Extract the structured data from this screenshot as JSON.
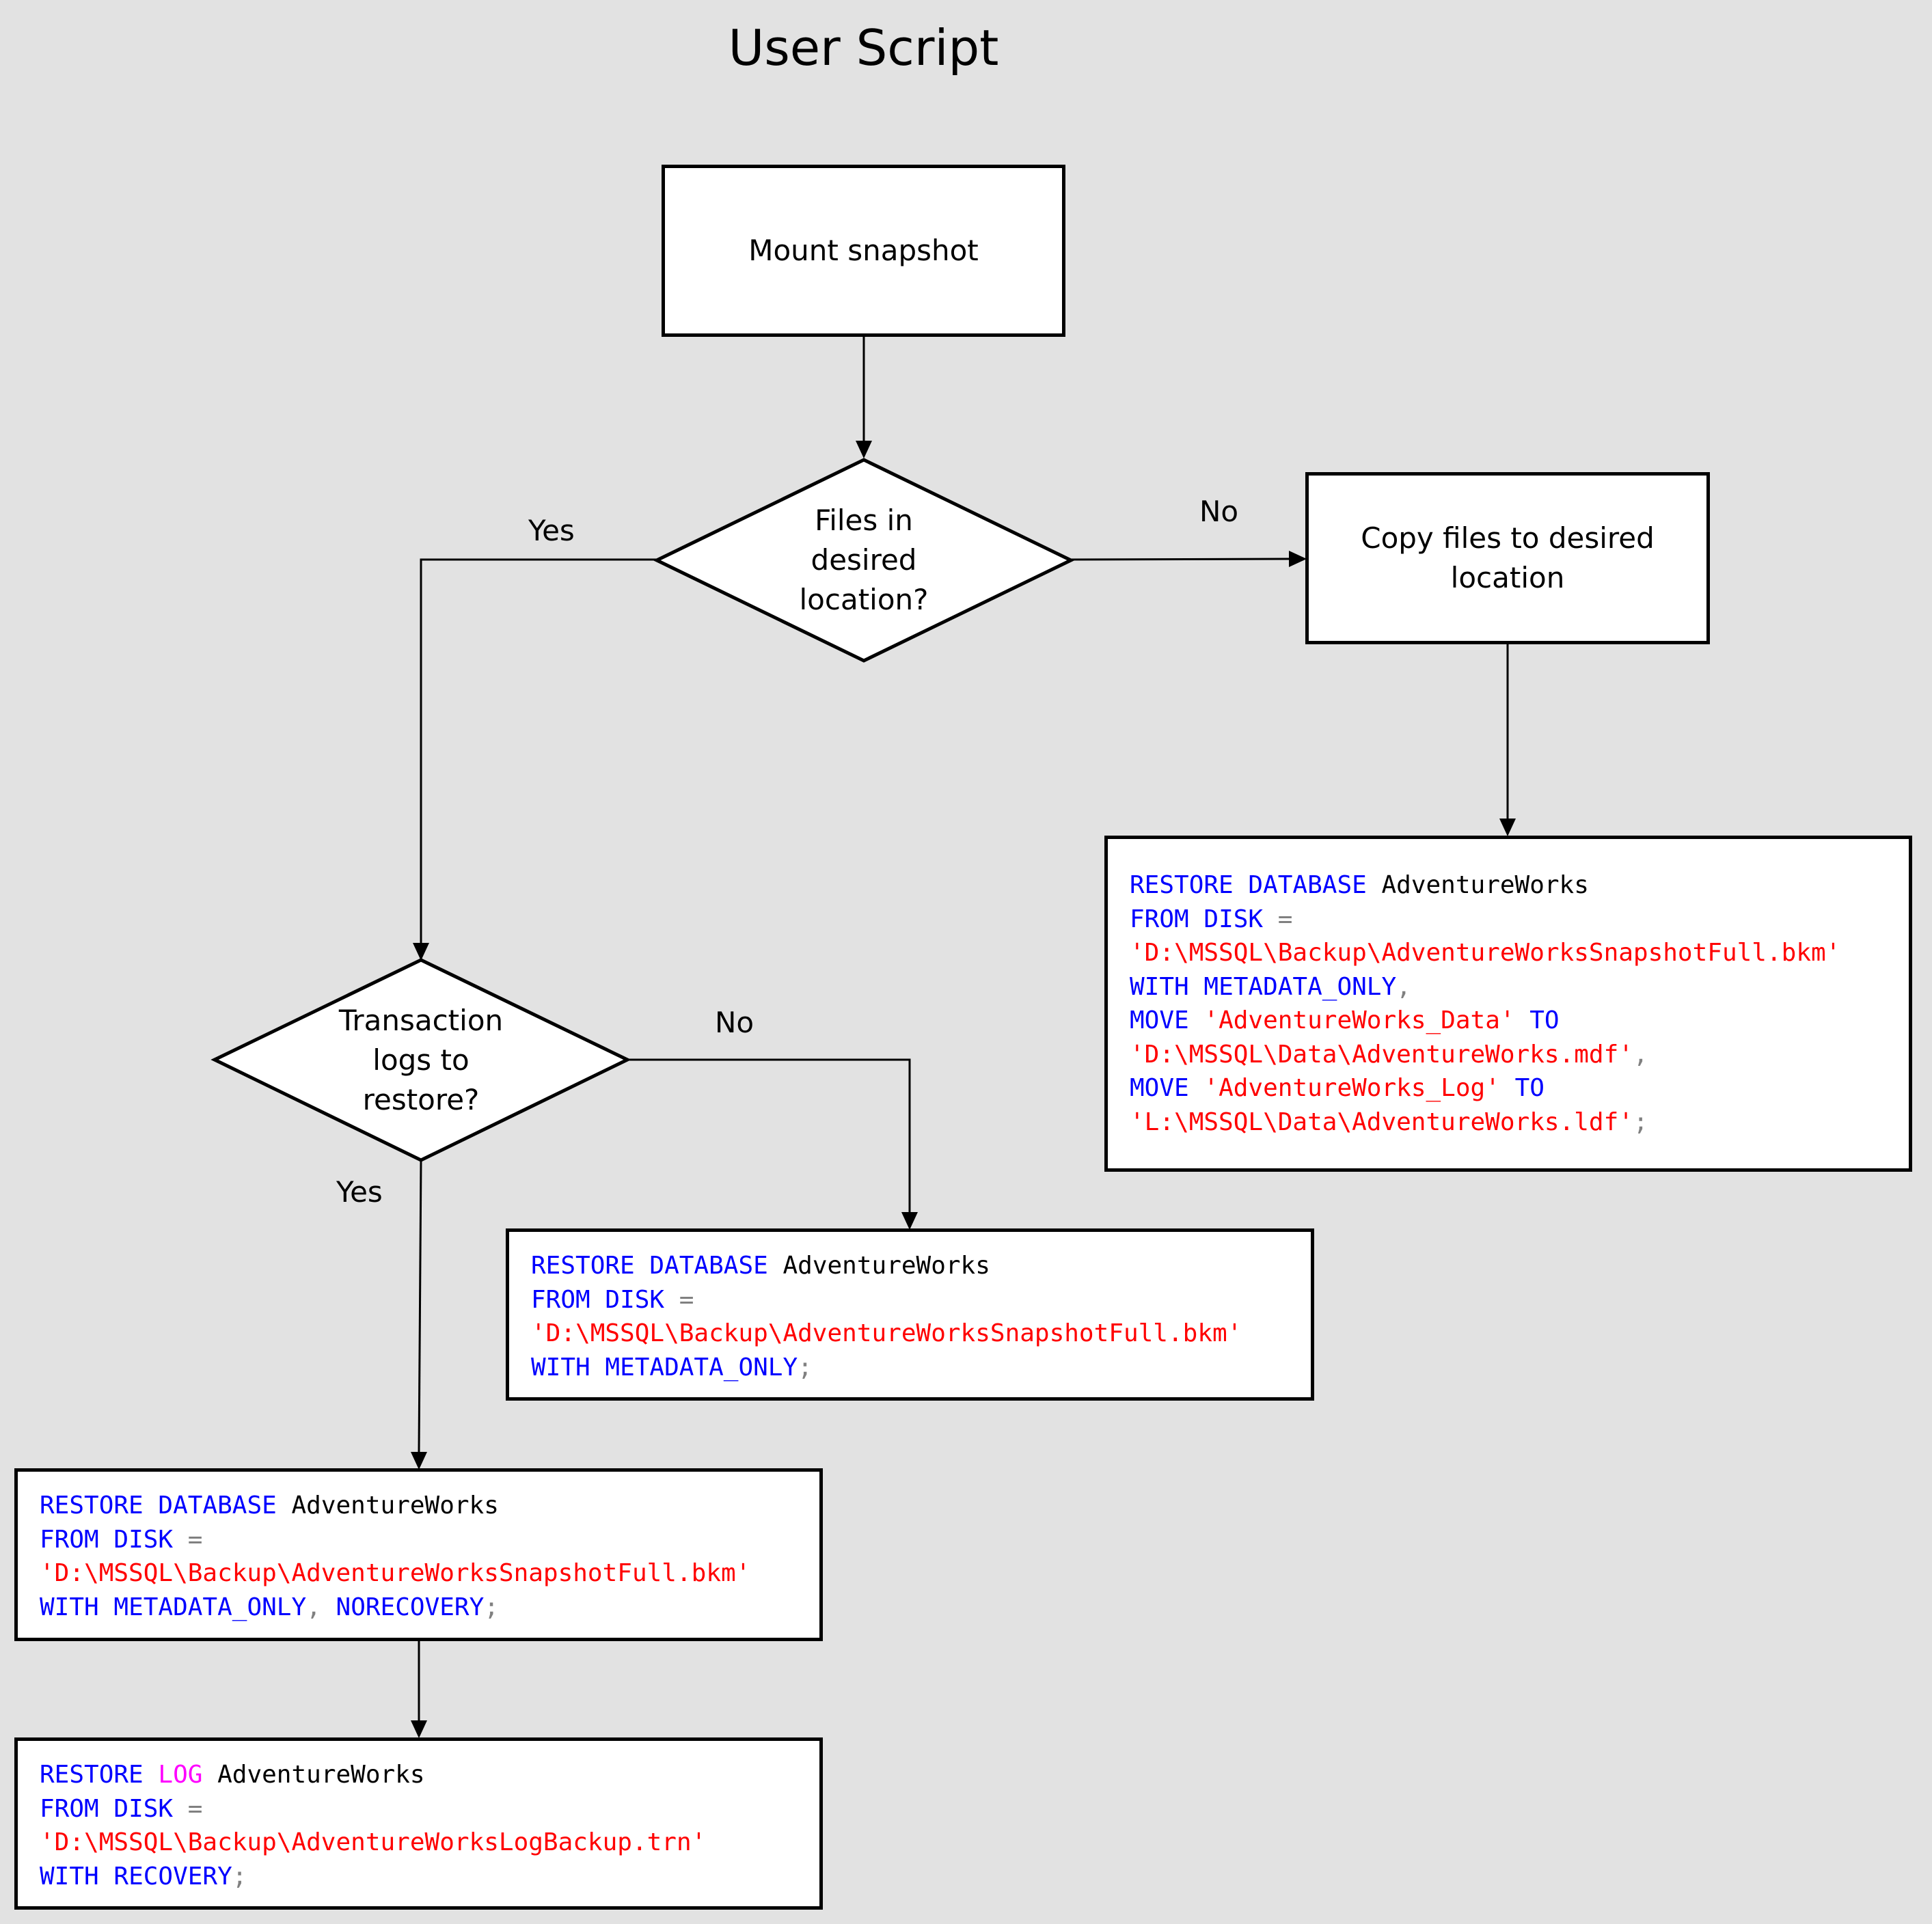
{
  "title": "User Script",
  "colors": {
    "background": "#e2e2e2",
    "keyword": "#0000ff",
    "string": "#ff0000",
    "identifier": "#000000",
    "operator": "#808080",
    "log_keyword": "#ff00ff"
  },
  "nodes": {
    "mount": "Mount snapshot",
    "files_decision": [
      "Files in",
      "desired",
      "location?"
    ],
    "copy": [
      "Copy files to desired",
      "location"
    ],
    "logs_decision": [
      "Transaction",
      "logs to",
      "restore?"
    ]
  },
  "edge_labels": {
    "files_yes": "Yes",
    "files_no": "No",
    "logs_no": "No",
    "logs_yes": "Yes"
  },
  "code_blocks": {
    "restore_move": [
      [
        {
          "t": "RESTORE",
          "c": "kw"
        },
        {
          "t": " "
        },
        {
          "t": "DATABASE",
          "c": "kw"
        },
        {
          "t": " AdventureWorks",
          "c": "id"
        }
      ],
      [
        {
          "t": "FROM",
          "c": "kw"
        },
        {
          "t": " "
        },
        {
          "t": "DISK",
          "c": "kw"
        },
        {
          "t": " "
        },
        {
          "t": "=",
          "c": "op"
        }
      ],
      [
        {
          "t": "'D:\\MSSQL\\Backup\\AdventureWorksSnapshotFull.bkm'",
          "c": "str"
        }
      ],
      [
        {
          "t": "WITH",
          "c": "kw"
        },
        {
          "t": " "
        },
        {
          "t": "METADATA_ONLY",
          "c": "kw"
        },
        {
          "t": ",",
          "c": "op"
        }
      ],
      [
        {
          "t": "MOVE",
          "c": "kw"
        },
        {
          "t": " "
        },
        {
          "t": "'AdventureWorks_Data'",
          "c": "str"
        },
        {
          "t": " "
        },
        {
          "t": "TO",
          "c": "kw"
        }
      ],
      [
        {
          "t": "'D:\\MSSQL\\Data\\AdventureWorks.mdf'",
          "c": "str"
        },
        {
          "t": ",",
          "c": "op"
        }
      ],
      [
        {
          "t": "MOVE",
          "c": "kw"
        },
        {
          "t": " "
        },
        {
          "t": "'AdventureWorks_Log'",
          "c": "str"
        },
        {
          "t": " "
        },
        {
          "t": "TO",
          "c": "kw"
        }
      ],
      [
        {
          "t": "'L:\\MSSQL\\Data\\AdventureWorks.ldf'",
          "c": "str"
        },
        {
          "t": ";",
          "c": "op"
        }
      ]
    ],
    "restore_simple": [
      [
        {
          "t": "RESTORE",
          "c": "kw"
        },
        {
          "t": " "
        },
        {
          "t": "DATABASE",
          "c": "kw"
        },
        {
          "t": " AdventureWorks",
          "c": "id"
        }
      ],
      [
        {
          "t": "FROM",
          "c": "kw"
        },
        {
          "t": " "
        },
        {
          "t": "DISK",
          "c": "kw"
        },
        {
          "t": " "
        },
        {
          "t": "=",
          "c": "op"
        }
      ],
      [
        {
          "t": "'D:\\MSSQL\\Backup\\AdventureWorksSnapshotFull.bkm'",
          "c": "str"
        }
      ],
      [
        {
          "t": "WITH",
          "c": "kw"
        },
        {
          "t": " "
        },
        {
          "t": "METADATA_ONLY",
          "c": "kw"
        },
        {
          "t": ";",
          "c": "op"
        }
      ]
    ],
    "restore_norecovery": [
      [
        {
          "t": "RESTORE",
          "c": "kw"
        },
        {
          "t": " "
        },
        {
          "t": "DATABASE",
          "c": "kw"
        },
        {
          "t": " AdventureWorks",
          "c": "id"
        }
      ],
      [
        {
          "t": "FROM",
          "c": "kw"
        },
        {
          "t": " "
        },
        {
          "t": "DISK",
          "c": "kw"
        },
        {
          "t": " "
        },
        {
          "t": "=",
          "c": "op"
        }
      ],
      [
        {
          "t": "'D:\\MSSQL\\Backup\\AdventureWorksSnapshotFull.bkm'",
          "c": "str"
        }
      ],
      [
        {
          "t": "WITH",
          "c": "kw"
        },
        {
          "t": " "
        },
        {
          "t": "METADATA_ONLY",
          "c": "kw"
        },
        {
          "t": ",",
          "c": "op"
        },
        {
          "t": " "
        },
        {
          "t": "NORECOVERY",
          "c": "kw"
        },
        {
          "t": ";",
          "c": "op"
        }
      ]
    ],
    "restore_log": [
      [
        {
          "t": "RESTORE",
          "c": "kw"
        },
        {
          "t": " "
        },
        {
          "t": "LOG",
          "c": "fn"
        },
        {
          "t": " AdventureWorks",
          "c": "id"
        }
      ],
      [
        {
          "t": "FROM",
          "c": "kw"
        },
        {
          "t": " "
        },
        {
          "t": "DISK",
          "c": "kw"
        },
        {
          "t": " "
        },
        {
          "t": "=",
          "c": "op"
        }
      ],
      [
        {
          "t": "'D:\\MSSQL\\Backup\\AdventureWorksLogBackup.trn'",
          "c": "str"
        }
      ],
      [
        {
          "t": "WITH",
          "c": "kw"
        },
        {
          "t": " "
        },
        {
          "t": "RECOVERY",
          "c": "kw"
        },
        {
          "t": ";",
          "c": "op"
        }
      ]
    ]
  }
}
